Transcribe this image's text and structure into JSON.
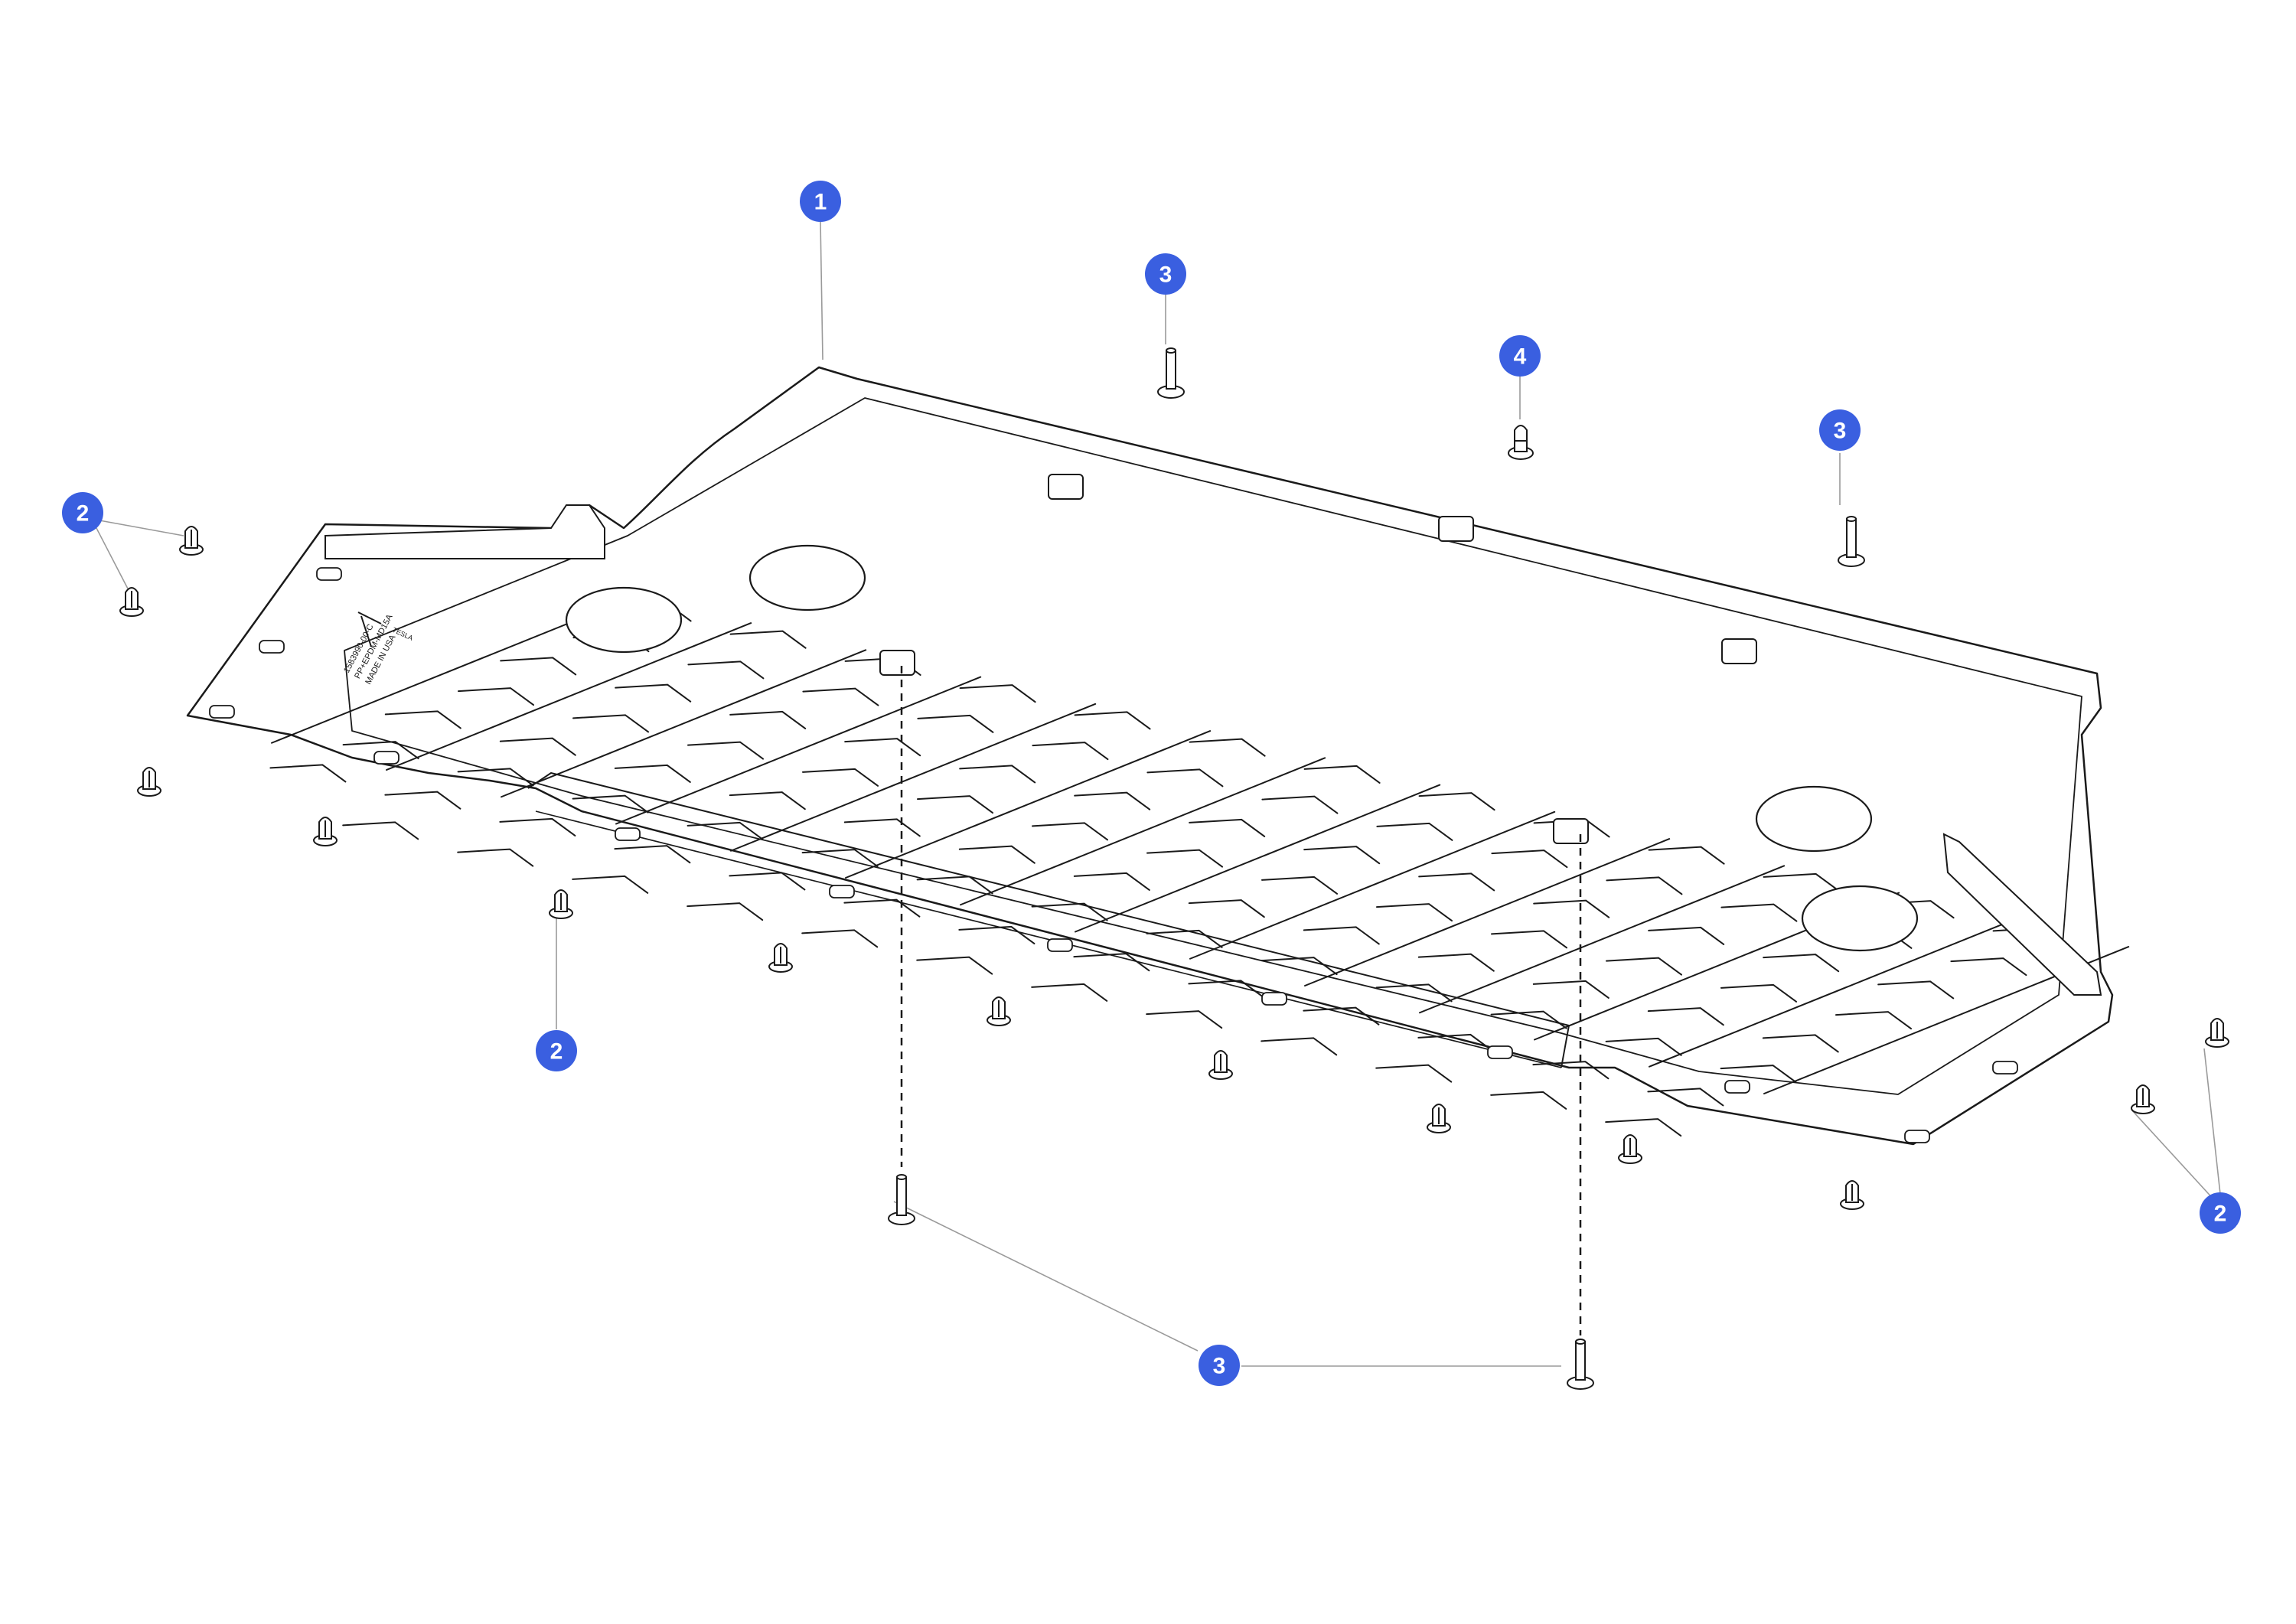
{
  "figure": {
    "description_visible_text": false,
    "colors": {
      "callout_fill": "#3a5fe0",
      "callout_text": "#ffffff",
      "line": "#1a1a1a",
      "leader": "#9a9a9a",
      "part_fill": "#ffffff"
    }
  },
  "callouts": [
    {
      "label": "1"
    },
    {
      "label": "2"
    },
    {
      "label": "2"
    },
    {
      "label": "2"
    },
    {
      "label": "3"
    },
    {
      "label": "3"
    },
    {
      "label": "3"
    },
    {
      "label": "4"
    }
  ],
  "panel_marking": {
    "brand": "TESLA",
    "lines": [
      "1583990-00-C",
      "PP+EPDM-MD15A",
      "MADE IN USA"
    ]
  }
}
